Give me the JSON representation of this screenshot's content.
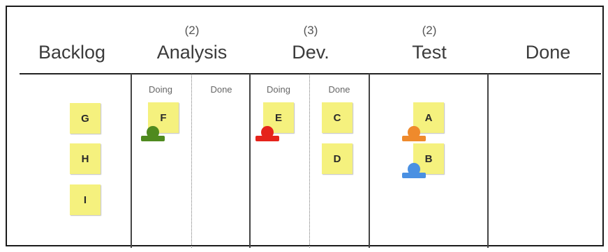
{
  "columns": [
    {
      "title": "Backlog",
      "limit": ""
    },
    {
      "title": "Analysis",
      "limit": "(2)"
    },
    {
      "title": "Dev.",
      "limit": "(3)"
    },
    {
      "title": "Test",
      "limit": "(2)"
    },
    {
      "title": "Done",
      "limit": ""
    }
  ],
  "subcolumns": {
    "analysis_doing": "Doing",
    "analysis_done": "Done",
    "dev_doing": "Doing",
    "dev_done": "Done"
  },
  "cards": {
    "g": "G",
    "h": "H",
    "i": "I",
    "f": "F",
    "e": "E",
    "c": "C",
    "d": "D",
    "a": "A",
    "b": "B"
  },
  "magnet_colors": {
    "green": "#4f8a1f",
    "red": "#e5231b",
    "orange": "#ef8a2c",
    "blue": "#4a90e2"
  }
}
